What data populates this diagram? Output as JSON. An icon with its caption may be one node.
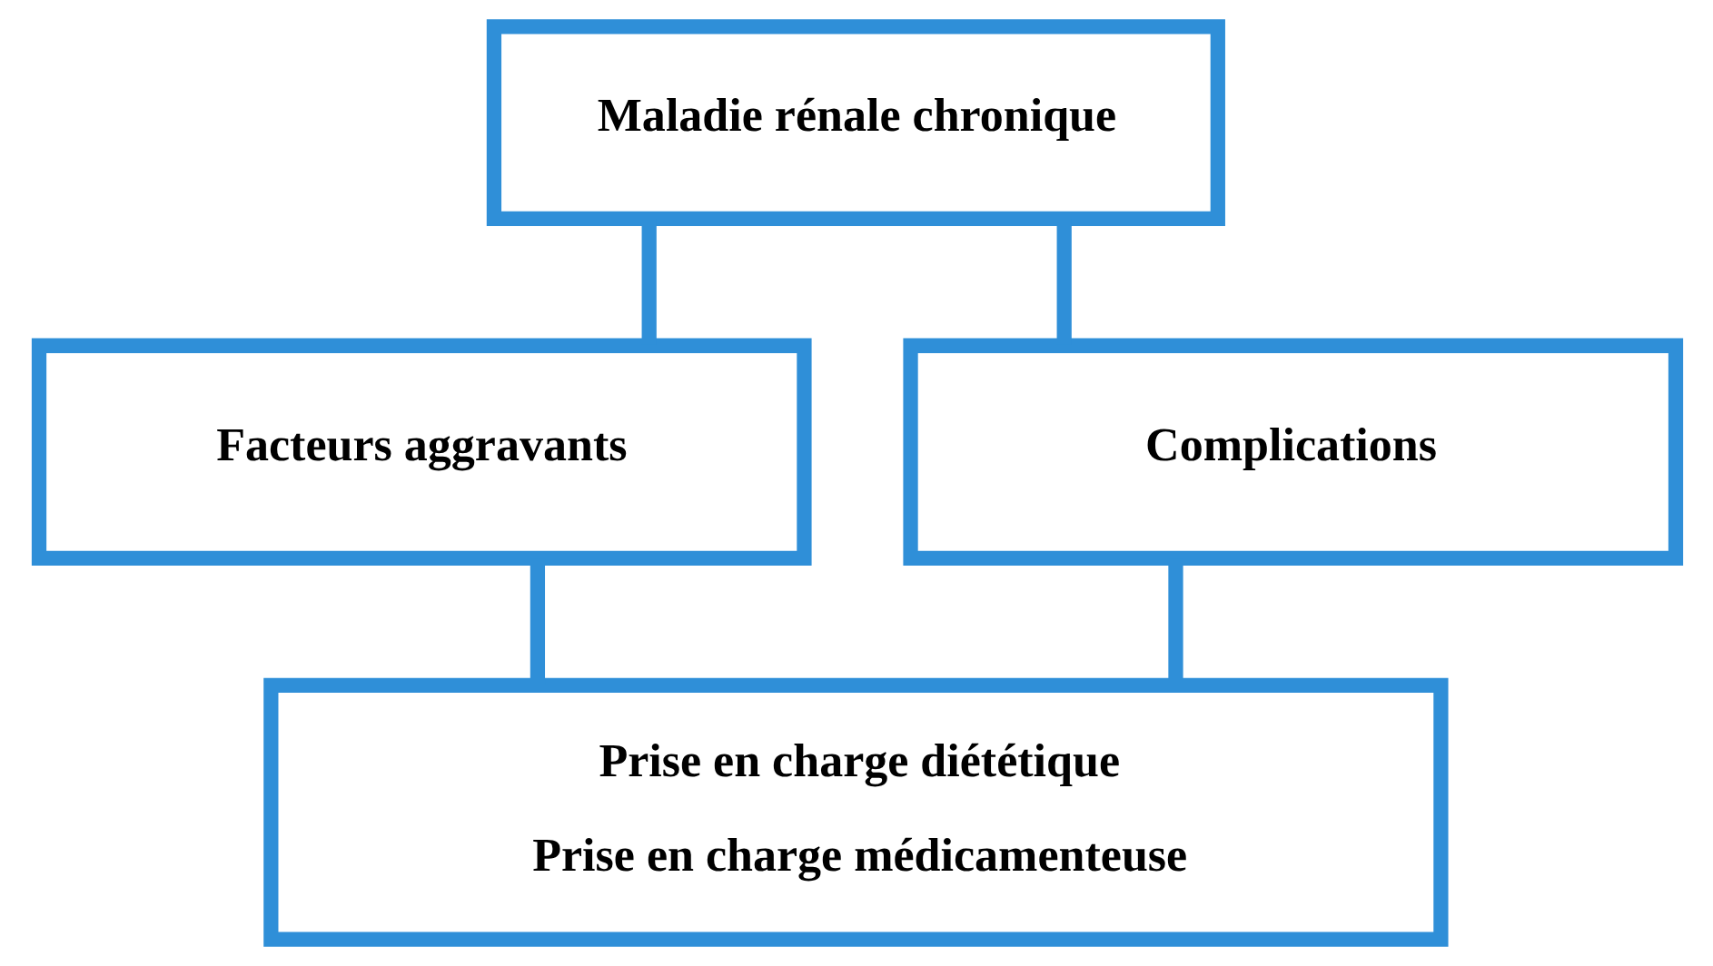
{
  "diagram": {
    "nodes": [
      {
        "text": [
          "Maladie rénale chronique"
        ]
      },
      {
        "text": [
          "Facteurs aggravants"
        ]
      },
      {
        "text": [
          "Complications"
        ]
      },
      {
        "text": [
          "Prise en charge diététique",
          "Prise en charge médicamenteuse"
        ]
      }
    ],
    "edges": [
      {
        "from": 0,
        "to": 1,
        "arrow": "none"
      },
      {
        "from": 0,
        "to": 2,
        "arrow": "none"
      },
      {
        "from": 1,
        "to": 3,
        "arrow": "none"
      },
      {
        "from": 2,
        "to": 3,
        "arrow": "none"
      }
    ]
  }
}
